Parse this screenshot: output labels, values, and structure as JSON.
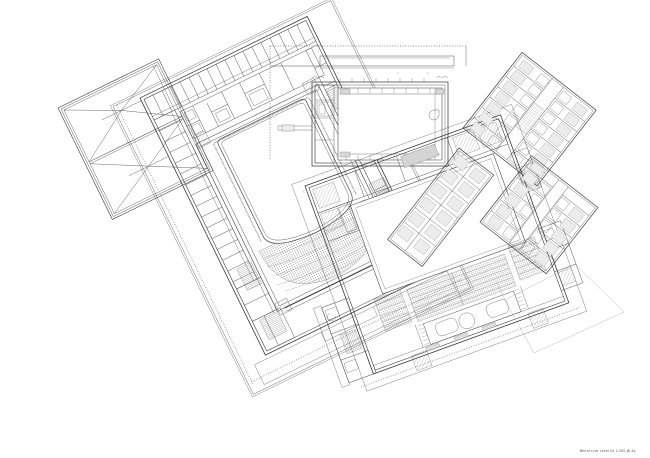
{
  "drawing": {
    "title_block": "Beirut Live Level 04  1:200 @ A1",
    "project": "Beirut Live",
    "level": "Level 04",
    "scale": "1:200",
    "sheet_size": "A1",
    "drawing_type": "Architectural floor plan",
    "background_color": "#ffffff",
    "line_color": "#3c3c3c",
    "hatch_color": "#8a8a8a",
    "fill_light": "#f2f2f2",
    "fill_mid": "#e2e2e2",
    "fill_dark": "#cfcfcf"
  },
  "blocks": [
    {
      "id": "sawtooth-roof",
      "name": "Sawtooth skylight roof structure",
      "position": "far left",
      "rotation_deg": -26,
      "description": "Two large pyramidal skylight / hipped roof bays drawn in thin line with diagonal hip lines meeting at ridge apex"
    },
    {
      "id": "auditorium-block",
      "name": "Main auditorium / theatre block",
      "position": "left",
      "rotation_deg": -26,
      "description": "Large rotated rectangular block containing an oval stage void, tiered fan seating to the south, perimeter corridor ring, back-of-house rooms and a comb of narrow service cells along the north-west edge"
    },
    {
      "id": "courtyard-block",
      "name": "Courtyard / pool block",
      "position": "top centre",
      "rotation_deg": 0,
      "description": "Orthogonal rectangular block with a large open central void, gallery strip at top and bottom and a dotted setting-out boundary wrapping the north and west sides"
    },
    {
      "id": "conference-block",
      "name": "Conference hall block",
      "position": "centre right",
      "rotation_deg": -20,
      "description": "Large rotated block with an open hall to the north and banked rows of seating with tables, round table and stair cores to the south"
    },
    {
      "id": "hotel-wing-north",
      "name": "Hotel room wing (north)",
      "position": "upper right",
      "rotation_deg": 38,
      "description": "Double loaded corridor bar of repeated guest rooms with bathrooms, beds and a central lift / stair core"
    },
    {
      "id": "hotel-wing-south",
      "name": "Hotel room wing (south)",
      "position": "lower right",
      "rotation_deg": 38,
      "description": "Second double loaded corridor bar of repeated guest rooms with beds and en-suites"
    },
    {
      "id": "site-boundary",
      "name": "Site boundary",
      "position": "right",
      "rotation_deg": 0,
      "description": "Thin single-line quadrilateral site / plot boundary extending to the south-east"
    }
  ],
  "annotations": {
    "grid_markers": "·",
    "north_indicator": ""
  }
}
